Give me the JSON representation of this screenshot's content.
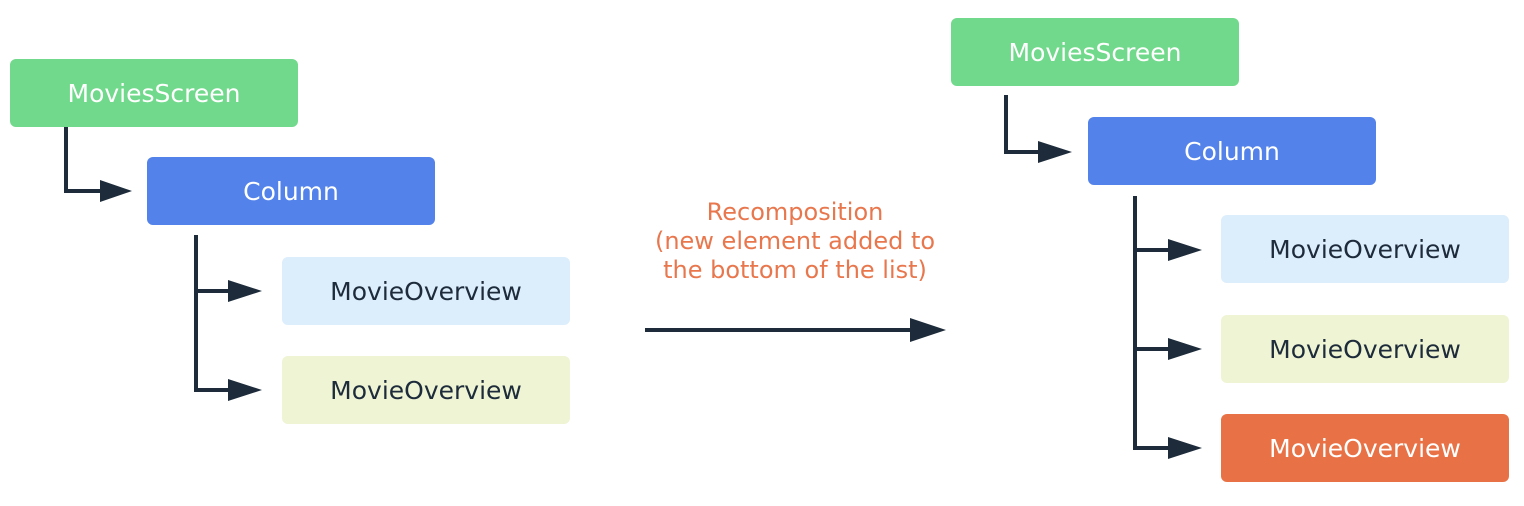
{
  "colors": {
    "screen": "#71d98b",
    "column": "#5282ea",
    "item_blue": "#dcedfb",
    "item_yellow": "#eef4d4",
    "item_added": "#e87245",
    "connector": "#1d2b3a",
    "caption": "#e8774d"
  },
  "before": {
    "screen_label": "MoviesScreen",
    "column_label": "Column",
    "items": [
      {
        "label": "MovieOverview",
        "style": "item_blue"
      },
      {
        "label": "MovieOverview",
        "style": "item_yellow"
      }
    ]
  },
  "transition": {
    "caption_lines": [
      "Recomposition",
      "(new element added to",
      "the bottom of the list)"
    ],
    "arrow_icon": "right-arrow-icon"
  },
  "after": {
    "screen_label": "MoviesScreen",
    "column_label": "Column",
    "items": [
      {
        "label": "MovieOverview",
        "style": "item_blue"
      },
      {
        "label": "MovieOverview",
        "style": "item_yellow"
      },
      {
        "label": "MovieOverview",
        "style": "item_added"
      }
    ]
  }
}
